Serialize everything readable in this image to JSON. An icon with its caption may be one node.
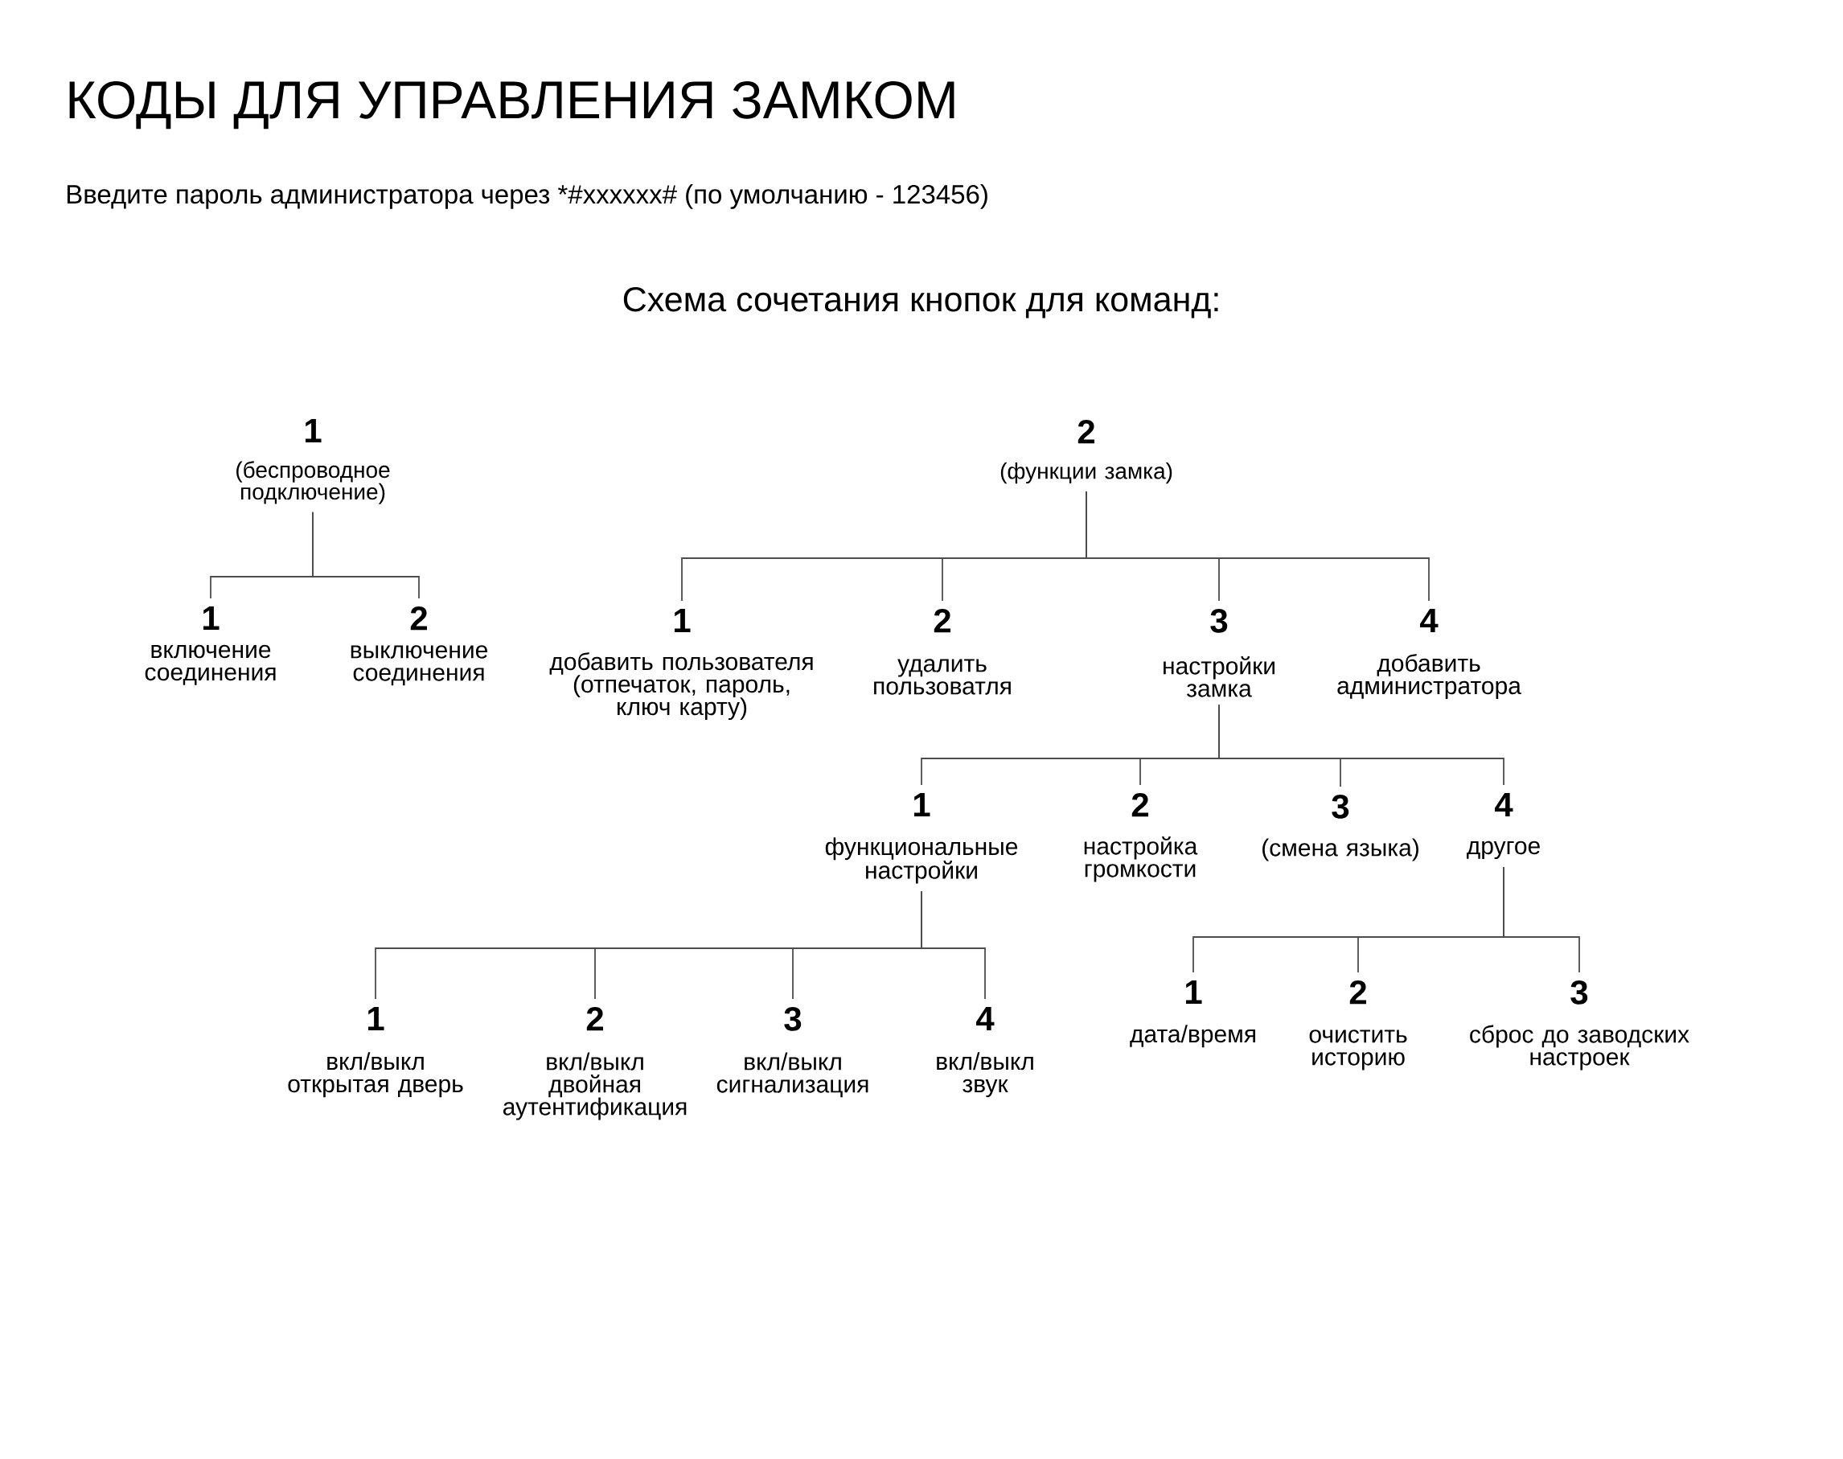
{
  "diagram": {
    "title": "КОДЫ ДЛЯ УПРАВЛЕНИЯ ЗАМКОМ",
    "nodes": [
      {
        "text": [
          "1",
          "(беспроводное подключение)"
        ]
      },
      {
        "text": [
          "2",
          "(функции замка)"
        ]
      },
      {
        "text": [
          "1",
          "включение соединения"
        ]
      },
      {
        "text": [
          "2",
          "выключение соединения"
        ]
      },
      {
        "text": [
          "1",
          "добавить пользователя (отпечаток, пароль, ключ карту)"
        ]
      },
      {
        "text": [
          "2",
          "удалить пользоватля"
        ]
      },
      {
        "text": [
          "3",
          "настройки замка"
        ]
      },
      {
        "text": [
          "4",
          "добавить администратора"
        ]
      },
      {
        "text": [
          "1",
          "функциональные настройки"
        ]
      },
      {
        "text": [
          "2",
          "настройка громкости"
        ]
      },
      {
        "text": [
          "3",
          "(смена языка)"
        ]
      },
      {
        "text": [
          "4",
          "другое"
        ]
      },
      {
        "text": [
          "1",
          "вкл/выкл открытая дверь"
        ]
      },
      {
        "text": [
          "2",
          "вкл/выкл двойная аутентификация"
        ]
      },
      {
        "text": [
          "3",
          "вкл/выкл сигнализация"
        ]
      },
      {
        "text": [
          "4",
          "вкл/выкл звук"
        ]
      },
      {
        "text": [
          "1",
          "дата/время"
        ]
      },
      {
        "text": [
          "2",
          "очистить историю"
        ]
      },
      {
        "text": [
          "3",
          "сброс до заводских настроек"
        ]
      }
    ],
    "edges": [
      {
        "from": 0,
        "to": 2,
        "arrow": "none"
      },
      {
        "from": 0,
        "to": 3,
        "arrow": "none"
      },
      {
        "from": 1,
        "to": 4,
        "arrow": "none"
      },
      {
        "from": 1,
        "to": 5,
        "arrow": "none"
      },
      {
        "from": 1,
        "to": 6,
        "arrow": "none"
      },
      {
        "from": 1,
        "to": 7,
        "arrow": "none"
      },
      {
        "from": 6,
        "to": 8,
        "arrow": "none"
      },
      {
        "from": 6,
        "to": 9,
        "arrow": "none"
      },
      {
        "from": 6,
        "to": 10,
        "arrow": "none"
      },
      {
        "from": 6,
        "to": 11,
        "arrow": "none"
      },
      {
        "from": 8,
        "to": 12,
        "arrow": "none"
      },
      {
        "from": 8,
        "to": 13,
        "arrow": "none"
      },
      {
        "from": 8,
        "to": 14,
        "arrow": "none"
      },
      {
        "from": 8,
        "to": 15,
        "arrow": "none"
      },
      {
        "from": 11,
        "to": 16,
        "arrow": "none"
      },
      {
        "from": 11,
        "to": 17,
        "arrow": "none"
      },
      {
        "from": 11,
        "to": 18,
        "arrow": "none"
      }
    ],
    "labels": [
      "Введите пароль администратора через *#xxxxxx# (по умолчанию - 123456)",
      "Схема сочетания кнопок для команд:"
    ]
  }
}
